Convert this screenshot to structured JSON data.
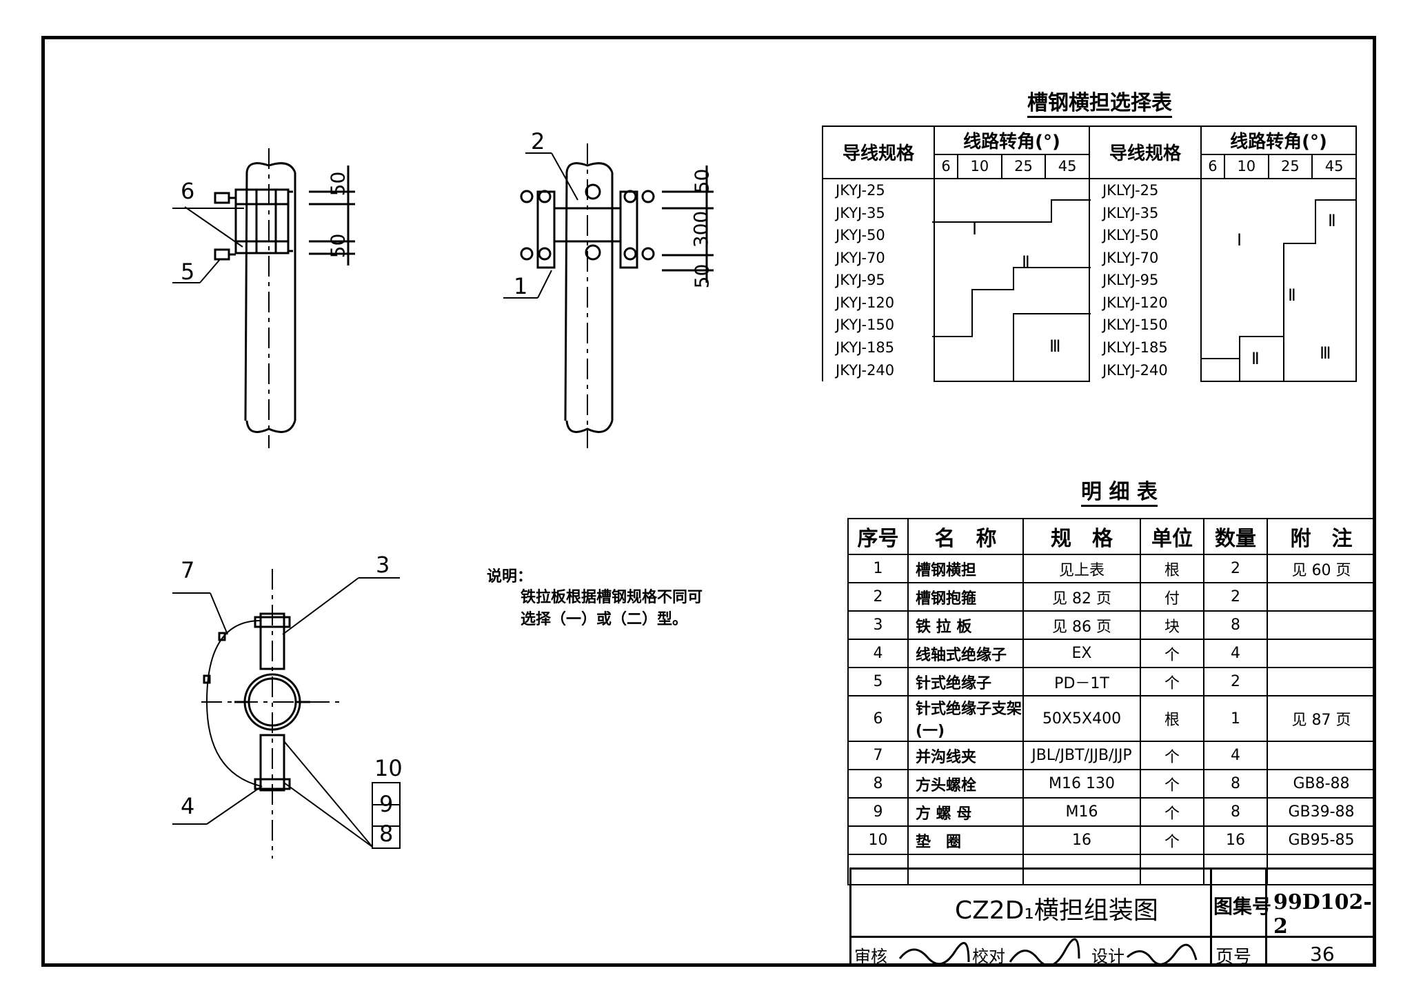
{
  "selection_table": {
    "title": "槽钢横担选择表",
    "col_wire": "导线规格",
    "col_angle": "线路转角(°)",
    "angles": [
      "6",
      "10",
      "25",
      "45"
    ],
    "left_specs": [
      "JKYJ-25",
      "JKYJ-35",
      "JKYJ-50",
      "JKYJ-70",
      "JKYJ-95",
      "JKYJ-120",
      "JKYJ-150",
      "JKYJ-185",
      "JKYJ-240"
    ],
    "right_specs": [
      "JKLYJ-25",
      "JKLYJ-35",
      "JKLYJ-50",
      "JKLYJ-70",
      "JKLYJ-95",
      "JKLYJ-120",
      "JKLYJ-150",
      "JKLYJ-185",
      "JKLYJ-240"
    ],
    "zone_labels": [
      "Ⅰ",
      "Ⅱ",
      "Ⅲ"
    ]
  },
  "bom": {
    "title": "明 细 表",
    "headers": [
      "序号",
      "名　称",
      "规　格",
      "单位",
      "数量",
      "附　注"
    ],
    "rows": [
      [
        "1",
        "槽钢横担",
        "见上表",
        "根",
        "2",
        "见 60 页"
      ],
      [
        "2",
        "槽钢抱箍",
        "见 82 页",
        "付",
        "2",
        ""
      ],
      [
        "3",
        "铁 拉 板",
        "见 86 页",
        "块",
        "8",
        ""
      ],
      [
        "4",
        "线轴式绝缘子",
        "EX",
        "个",
        "4",
        ""
      ],
      [
        "5",
        "针式绝缘子",
        "PD－1T",
        "个",
        "2",
        ""
      ],
      [
        "6",
        "针式绝缘子支架(一)",
        "50X5X400",
        "根",
        "1",
        "见 87 页"
      ],
      [
        "7",
        "并沟线夹",
        "JBL/JBT/JJB/JJP",
        "个",
        "4",
        ""
      ],
      [
        "8",
        "方头螺栓",
        "M16 130",
        "个",
        "8",
        "GB8-88"
      ],
      [
        "9",
        "方 螺 母",
        "M16",
        "个",
        "8",
        "GB39-88"
      ],
      [
        "10",
        "垫　圈",
        "16",
        "个",
        "16",
        "GB95-85"
      ]
    ]
  },
  "notes": {
    "label": "说明：",
    "line1": "铁拉板根据槽钢规格不同可",
    "line2": "选择（一）或（二）型。"
  },
  "title_block": {
    "drawing_title": "CZ2D₁横担组装图",
    "atlas_label": "图集号",
    "atlas_no": "99D102-2",
    "review": "审核",
    "check": "校对",
    "design": "设计",
    "page_label": "页号",
    "page_no": "36"
  },
  "dims": {
    "d50": "50",
    "d300": "300"
  },
  "callouts": [
    "1",
    "2",
    "3",
    "4",
    "5",
    "6",
    "7",
    "8",
    "9",
    "10"
  ]
}
